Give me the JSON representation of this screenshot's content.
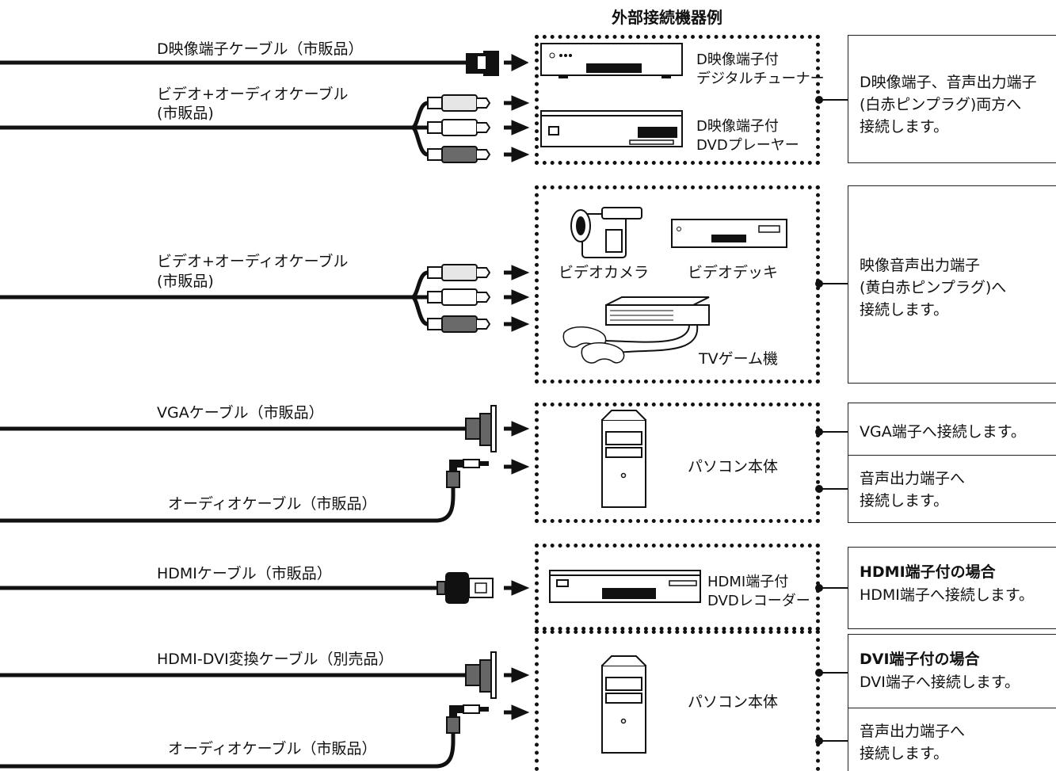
{
  "header": {
    "title": "外部接続機器例"
  },
  "cables": {
    "d_video": "D映像端子ケーブル（市販品）",
    "av1_line1": "ビデオ+オーディオケーブル",
    "av1_line2": "(市販品)",
    "av2_line1": "ビデオ+オーディオケーブル",
    "av2_line2": "(市販品)",
    "vga": "VGAケーブル（市販品）",
    "audio1": "オーディオケーブル（市販品）",
    "hdmi": "HDMIケーブル（市販品）",
    "hdmi_dvi": "HDMI-DVI変換ケーブル（別売品）",
    "audio2": "オーディオケーブル（市販品）"
  },
  "devices": {
    "d_tuner_1": "D映像端子付",
    "d_tuner_2": "デジタルチューナー",
    "dvd_player_1": "D映像端子付",
    "dvd_player_2": "DVDプレーヤー",
    "camera": "ビデオカメラ",
    "vcr": "ビデオデッキ",
    "game": "TVゲーム機",
    "pc1": "パソコン本体",
    "hdmi_rec_1": "HDMI端子付",
    "hdmi_rec_2": "DVDレコーダー",
    "pc2": "パソコン本体"
  },
  "notes": {
    "n1_l1": "D映像端子、音声出力端子",
    "n1_l2": "(白赤ピンプラグ)両方へ",
    "n1_l3": "接続します。",
    "n2_l1": "映像音声出力端子",
    "n2_l2": "(黄白赤ピンプラグ)へ",
    "n2_l3": "接続します。",
    "n3": "VGA端子へ接続します。",
    "n4_l1": "音声出力端子へ",
    "n4_l2": "接続します。",
    "n5_title": "HDMI端子付の場合",
    "n5_l1": "HDMI端子へ接続します。",
    "n6_title": "DVI端子付の場合",
    "n6_l1": "DVI端子へ接続します。",
    "n7_l1": "音声出力端子へ",
    "n7_l2": "接続します。"
  },
  "colors": {
    "line": "#111111",
    "plug_white": "#e6e6e6",
    "plug_light": "#c8c8c8",
    "plug_dark": "#6a6a6a"
  }
}
